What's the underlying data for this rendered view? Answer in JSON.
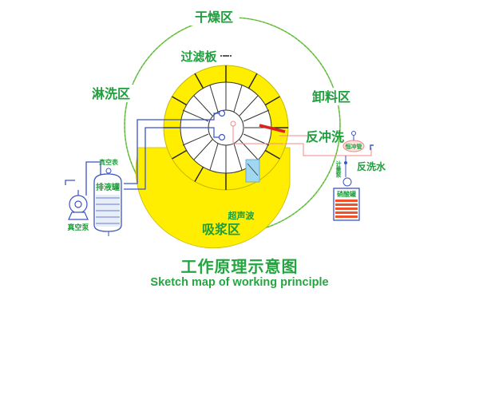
{
  "zones": {
    "drying": "干燥区",
    "washing": "淋洗区",
    "discharge": "卸料区",
    "backwash": "反冲洗",
    "suction": "吸浆区"
  },
  "components": {
    "filter_plate": "过滤板",
    "ultrasonic": "超声波",
    "vacuum_gauge": "真空表",
    "filtrate_tank": "排液罐",
    "vacuum_pump": "真空泵",
    "backwash_water": "反洗水",
    "backwash_valve": "恒冲管",
    "metering_pump": "计量泵",
    "acid_tank": "硝酸罐"
  },
  "caption": {
    "chinese": "工作原理示意图",
    "english": "Sketch map of working principle"
  },
  "colors": {
    "label_green": "#1e9e3c",
    "disc_yellow": "#ffee00",
    "orbit_green": "#66c24a",
    "pipe_blue": "#3a55c8",
    "pipe_pink": "#f08a8a",
    "scraper_red": "#e0201c",
    "ultrasonic_blue": "#9fd8f0",
    "acid_stripe_red": "#f0502a"
  }
}
